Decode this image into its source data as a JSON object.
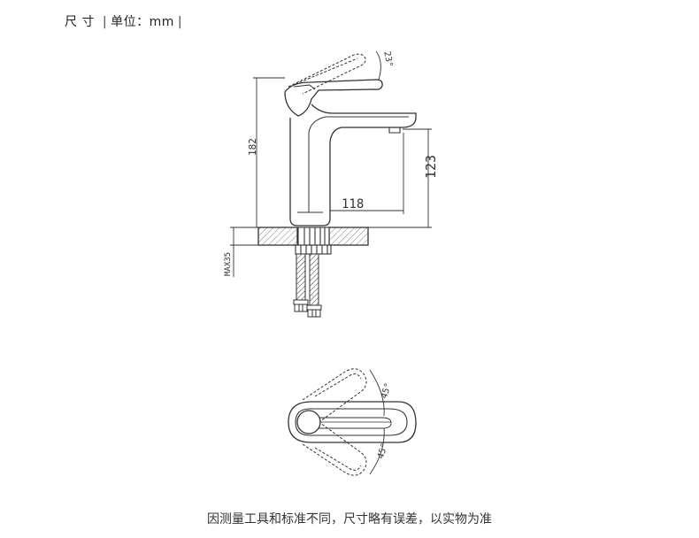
{
  "header": {
    "label": "尺 寸",
    "unit": "单位：mm"
  },
  "dimensions": {
    "height": "182",
    "spout_height": "123",
    "spout_reach": "118",
    "handle_angle": "23°",
    "deck_thickness": "MAX35",
    "rotation_left": "45°",
    "rotation_right": "45°"
  },
  "footer": {
    "note": "因测量工具和标准不同，尺寸略有误差，以实物为准"
  }
}
